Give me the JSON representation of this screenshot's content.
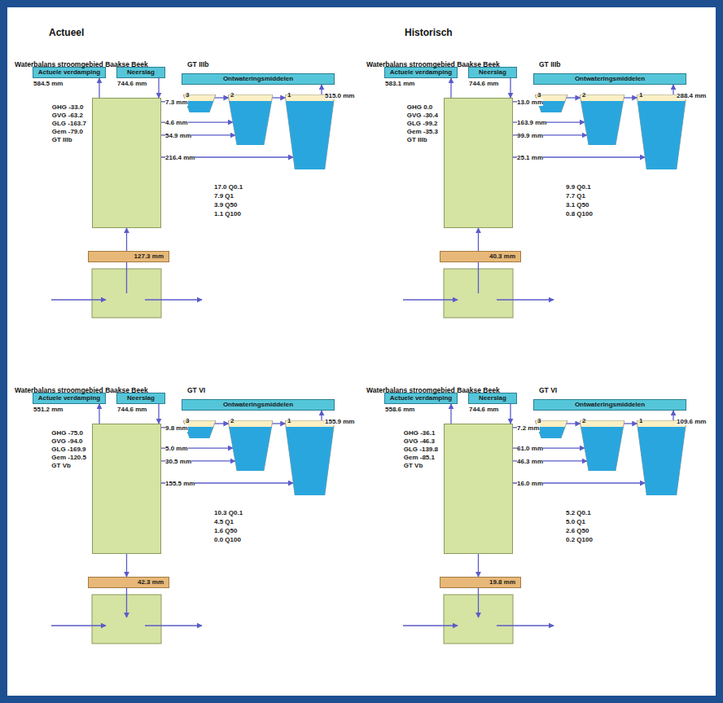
{
  "diagram": {
    "nodes": [
      {
        "text": [
          "Actuele verdamping",
          "584.5 mm"
        ]
      },
      {
        "text": [
          "Neerslag",
          "744.6 mm"
        ]
      },
      {
        "text": [
          "Ontwateringsmiddelen"
        ]
      },
      {
        "text": [
          "GHG -33.0",
          "GVG -63.2",
          "GLG -163.7",
          "Gem -79.0",
          "GT IIIb"
        ]
      },
      {
        "text": [
          "3"
        ]
      },
      {
        "text": [
          "2"
        ]
      },
      {
        "text": [
          "1"
        ]
      },
      {
        "text": [
          "127.3 mm"
        ]
      },
      {
        "text": [
          "Actuele verdamping",
          "583.1 mm"
        ]
      },
      {
        "text": [
          "Neerslag",
          "744.6 mm"
        ]
      },
      {
        "text": [
          "Ontwateringsmiddelen"
        ]
      },
      {
        "text": [
          "GHG 0.0",
          "GVG -30.4",
          "GLG -99.2",
          "Gem -35.3",
          "GT IIIb"
        ]
      },
      {
        "text": [
          "3"
        ]
      },
      {
        "text": [
          "2"
        ]
      },
      {
        "text": [
          "1"
        ]
      },
      {
        "text": [
          "40.3 mm"
        ]
      },
      {
        "text": [
          "Actuele verdamping",
          "551.2 mm"
        ]
      },
      {
        "text": [
          "Neerslag",
          "744.6 mm"
        ]
      },
      {
        "text": [
          "Ontwateringsmiddelen"
        ]
      },
      {
        "text": [
          "GHG -75.0",
          "GVG -94.0",
          "GLG -169.9",
          "Gem -120.5",
          "GT Vb"
        ]
      },
      {
        "text": [
          "3"
        ]
      },
      {
        "text": [
          "2"
        ]
      },
      {
        "text": [
          "1"
        ]
      },
      {
        "text": [
          "42.3 mm"
        ]
      },
      {
        "text": [
          "Actuele verdamping",
          "558.6 mm"
        ]
      },
      {
        "text": [
          "Neerslag",
          "744.6 mm"
        ]
      },
      {
        "text": [
          "Ontwateringsmiddelen"
        ]
      },
      {
        "text": [
          "GHG -36.1",
          "GVG -46.3",
          "GLG -139.8",
          "Gem -85.1",
          "GT Vb"
        ]
      },
      {
        "text": [
          "3"
        ]
      },
      {
        "text": [
          "2"
        ]
      },
      {
        "text": [
          "1"
        ]
      },
      {
        "text": [
          "19.8 mm"
        ]
      }
    ],
    "edges": [
      {
        "from": 1,
        "to": 3,
        "arrow": "to"
      },
      {
        "from": 3,
        "to": 0,
        "arrow": "to"
      },
      {
        "from": 3,
        "to": 4,
        "label": "7.3 mm",
        "arrow": "to"
      },
      {
        "from": 3,
        "to": 5,
        "label": "4.6 mm",
        "arrow": "to"
      },
      {
        "from": 3,
        "to": 5,
        "label": "54.9 mm",
        "arrow": "to"
      },
      {
        "from": 3,
        "to": 6,
        "label": "216.4 mm",
        "arrow": "to"
      },
      {
        "from": 4,
        "to": 5,
        "arrow": "to"
      },
      {
        "from": 5,
        "to": 6,
        "arrow": "to"
      },
      {
        "from": 6,
        "to": 2,
        "label": "515.0 mm",
        "arrow": "to"
      },
      {
        "from": 7,
        "to": 3,
        "arrow": "to"
      },
      {
        "from": 9,
        "to": 11,
        "arrow": "to"
      },
      {
        "from": 11,
        "to": 8,
        "arrow": "to"
      },
      {
        "from": 11,
        "to": 12,
        "label": "13.0 mm",
        "arrow": "to"
      },
      {
        "from": 11,
        "to": 13,
        "label": "163.9 mm",
        "arrow": "to"
      },
      {
        "from": 11,
        "to": 13,
        "label": "99.9 mm",
        "arrow": "to"
      },
      {
        "from": 11,
        "to": 14,
        "label": "25.1 mm",
        "arrow": "to"
      },
      {
        "from": 12,
        "to": 13,
        "arrow": "to"
      },
      {
        "from": 13,
        "to": 14,
        "arrow": "to"
      },
      {
        "from": 14,
        "to": 10,
        "label": "288.4 mm",
        "arrow": "to"
      },
      {
        "from": 15,
        "to": 11,
        "arrow": "to"
      },
      {
        "from": 17,
        "to": 19,
        "arrow": "to"
      },
      {
        "from": 19,
        "to": 16,
        "arrow": "to"
      },
      {
        "from": 19,
        "to": 20,
        "label": "9.8 mm",
        "arrow": "to"
      },
      {
        "from": 19,
        "to": 21,
        "label": "5.0 mm",
        "arrow": "to"
      },
      {
        "from": 19,
        "to": 21,
        "label": "30.5 mm",
        "arrow": "to"
      },
      {
        "from": 19,
        "to": 22,
        "label": "155.5 mm",
        "arrow": "to"
      },
      {
        "from": 20,
        "to": 21,
        "arrow": "to"
      },
      {
        "from": 21,
        "to": 22,
        "arrow": "to"
      },
      {
        "from": 22,
        "to": 18,
        "label": "155.9 mm",
        "arrow": "to"
      },
      {
        "from": 19,
        "to": 23,
        "arrow": "to"
      },
      {
        "from": 25,
        "to": 27,
        "arrow": "to"
      },
      {
        "from": 27,
        "to": 24,
        "arrow": "to"
      },
      {
        "from": 27,
        "to": 28,
        "label": "7.2 mm",
        "arrow": "to"
      },
      {
        "from": 27,
        "to": 29,
        "label": "61.0 mm",
        "arrow": "to"
      },
      {
        "from": 27,
        "to": 29,
        "label": "46.3 mm",
        "arrow": "to"
      },
      {
        "from": 27,
        "to": 30,
        "label": "16.0 mm",
        "arrow": "to"
      },
      {
        "from": 28,
        "to": 29,
        "arrow": "to"
      },
      {
        "from": 29,
        "to": 30,
        "arrow": "to"
      },
      {
        "from": 30,
        "to": 26,
        "label": "109.6 mm",
        "arrow": "to"
      },
      {
        "from": 27,
        "to": 31,
        "arrow": "to"
      }
    ],
    "labels": [
      "Actueel",
      "Historisch",
      "Waterbalans stroomgebied Baakse Beek",
      "GT IIIb",
      "17.0 Q0.1",
      "7.9 Q1",
      "3.9 Q50",
      "1.1 Q100",
      "Waterbalans stroomgebied Baakse Beek",
      "GT IIIb",
      "9.9 Q0.1",
      "7.7 Q1",
      "3.1 Q50",
      "0.8 Q100",
      "Waterbalans stroomgebied Baakse Beek",
      "GT VI",
      "10.3 Q0.1",
      "4.5 Q1",
      "1.6 Q50",
      "0.0 Q100",
      "Waterbalans stroomgebied Baakse Beek",
      "GT VI",
      "5.2 Q0.1",
      "5.0 Q1",
      "2.6 Q50",
      "0.2 Q100"
    ]
  }
}
